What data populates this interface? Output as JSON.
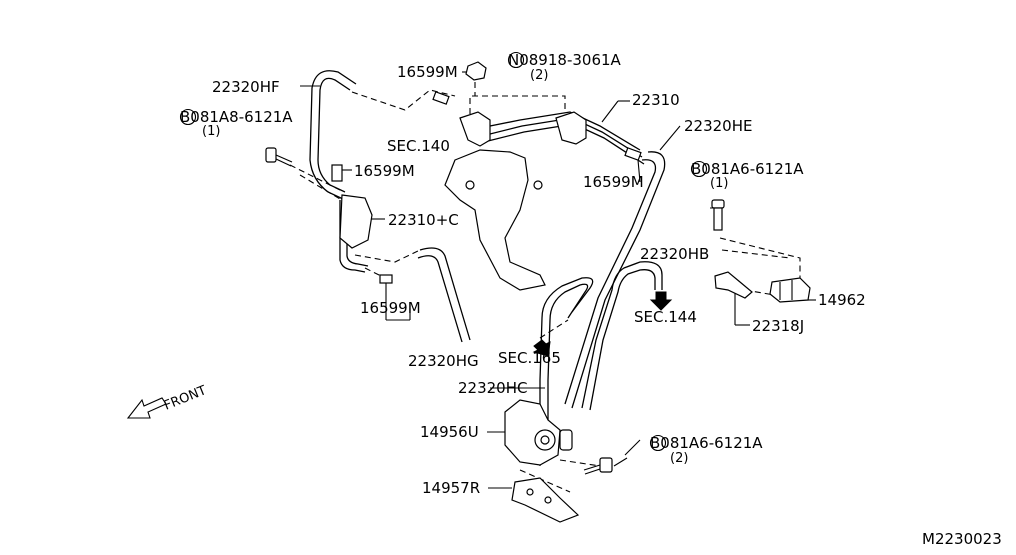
{
  "diagram": {
    "code": "M2230023",
    "front_label": "FRONT",
    "parts": {
      "p22320HF": "22320HF",
      "p08918": "N08918-3061A",
      "p08918_qty": "(2)",
      "p16599M_top": "16599M",
      "p22310": "22310",
      "p081A8": "B081A8-6121A",
      "p081A8_qty": "(1)",
      "sec140": "SEC.140",
      "p16599M_left": "16599M",
      "p22320HE": "22320HE",
      "p16599M_right": "16599M",
      "p081A6_right": "B081A6-6121A",
      "p081A6_right_qty": "(1)",
      "p22310C": "22310+C",
      "p22320HB": "22320HB",
      "p14962": "14962",
      "sec144": "SEC.144",
      "p22318J": "22318J",
      "p16599M_bottom": "16599M",
      "p22320HG": "22320HG",
      "sec165": "SEC.165",
      "p22320HC": "22320HC",
      "p14956U": "14956U",
      "p081A6_bottom": "B081A6-6121A",
      "p081A6_bottom_qty": "(2)",
      "p14957R": "14957R"
    }
  }
}
